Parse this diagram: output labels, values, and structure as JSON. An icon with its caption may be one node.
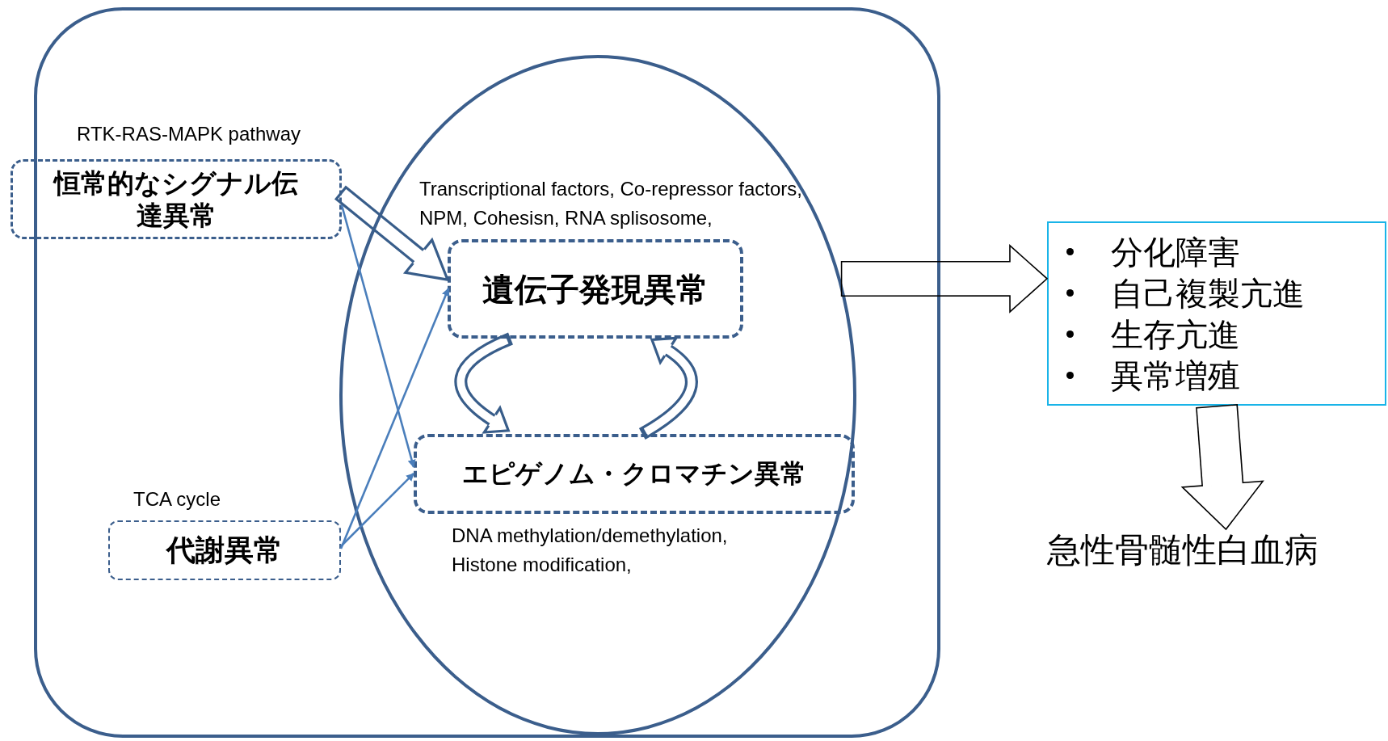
{
  "diagram": {
    "nodes": [
      {
        "text": [],
        "shape": "box"
      },
      {
        "text": [],
        "shape": "ellipse",
        "in": 0
      },
      {
        "text": [
          "恒常的なシグナル伝達異常"
        ],
        "beside": [
          "RTK-RAS-MAPK pathway"
        ]
      },
      {
        "text": [
          "代謝異常"
        ],
        "beside": [
          "TCA cycle"
        ],
        "in": 0
      },
      {
        "text": [
          "遺伝子発現異常"
        ],
        "beside": [
          "Transcriptional factors, Co-repressor factors, NPM, Cohesisn, RNA splisosome,"
        ],
        "in": 1
      },
      {
        "text": [
          "エピゲノム・クロマチン異常"
        ],
        "beside": [
          "DNA methylation/demethylation, Histone modification,"
        ],
        "in": 1
      },
      {
        "text": [
          "分化障害",
          "自己複製亢進",
          "生存亢進",
          "異常増殖"
        ]
      },
      {
        "text": [
          "急性骨髄性白血病"
        ]
      }
    ],
    "edges": [
      {
        "from": 2,
        "to": 4,
        "arrow": "to"
      },
      {
        "from": 2,
        "to": 5,
        "arrow": "to",
        "color": "#4a7ebb"
      },
      {
        "from": 3,
        "to": 4,
        "arrow": "to",
        "color": "#4a7ebb"
      },
      {
        "from": 3,
        "to": 5,
        "arrow": "to",
        "color": "#4a7ebb"
      },
      {
        "from": 4,
        "to": 5,
        "arrow": "to"
      },
      {
        "from": 5,
        "to": 4,
        "arrow": "to"
      },
      {
        "from": 1,
        "to": 6,
        "arrow": "to",
        "style": "thick",
        "color": "#000000"
      },
      {
        "from": 6,
        "to": 7,
        "arrow": "to",
        "style": "thick",
        "color": "#000000"
      }
    ]
  }
}
